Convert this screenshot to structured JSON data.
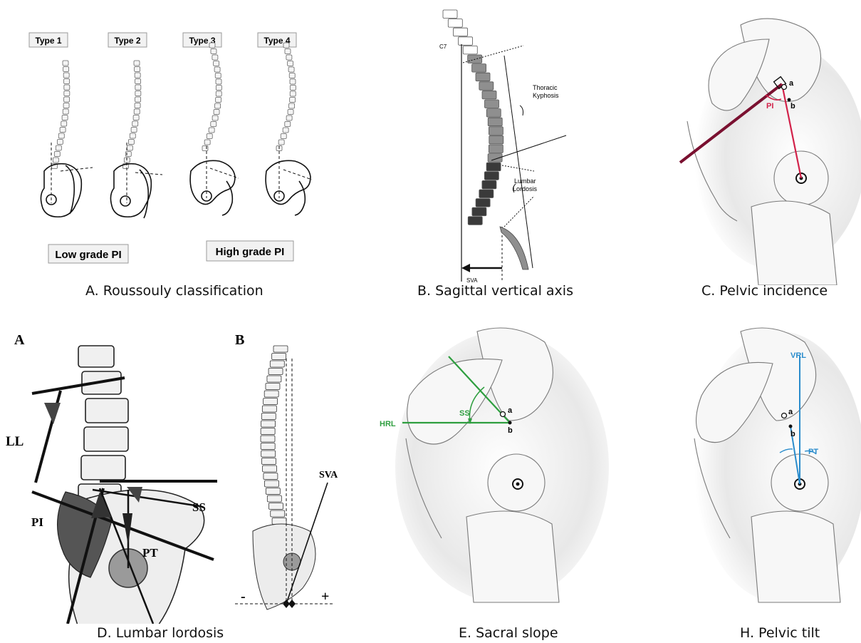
{
  "colors": {
    "pi_red": "#d2224a",
    "ss_green": "#2e9e3f",
    "pt_blue": "#2a8ccc",
    "bone_grey": "#8a8a8a",
    "dark_vertebra": "#3a3a3a",
    "mid_vertebra": "#8f8f8f"
  },
  "panel_a": {
    "types": [
      "Type 1",
      "Type 2",
      "Type 3",
      "Type 4"
    ],
    "low_label": "Low grade PI",
    "high_label": "High grade PI",
    "caption": "A. Roussouly classification"
  },
  "panel_b": {
    "c7": "C7",
    "thoracic": "Thoracic",
    "kyphosis": "Kyphosis",
    "lumbar": "Lumbar",
    "lordosis": "Lordosis",
    "sva": "SVA",
    "caption": "B. Sagittal vertical axis"
  },
  "panel_c": {
    "point_a": "a",
    "point_b": "b",
    "pi": "PI",
    "caption": "C. Pelvic incidence"
  },
  "panel_d": {
    "letter_a": "A",
    "letter_b": "B",
    "ll": "LL",
    "ss": "SS",
    "pi": "PI",
    "pt": "PT",
    "sva": "SVA",
    "minus": "-",
    "plus": "+",
    "caption": "D. Lumbar lordosis"
  },
  "panel_e": {
    "hrl": "HRL",
    "ss": "SS",
    "point_a": "a",
    "point_b": "b",
    "caption": "E. Sacral slope"
  },
  "panel_h": {
    "vrl": "VRL",
    "pt": "PT",
    "point_a": "a",
    "point_b": "b",
    "caption": "H. Pelvic tilt"
  }
}
